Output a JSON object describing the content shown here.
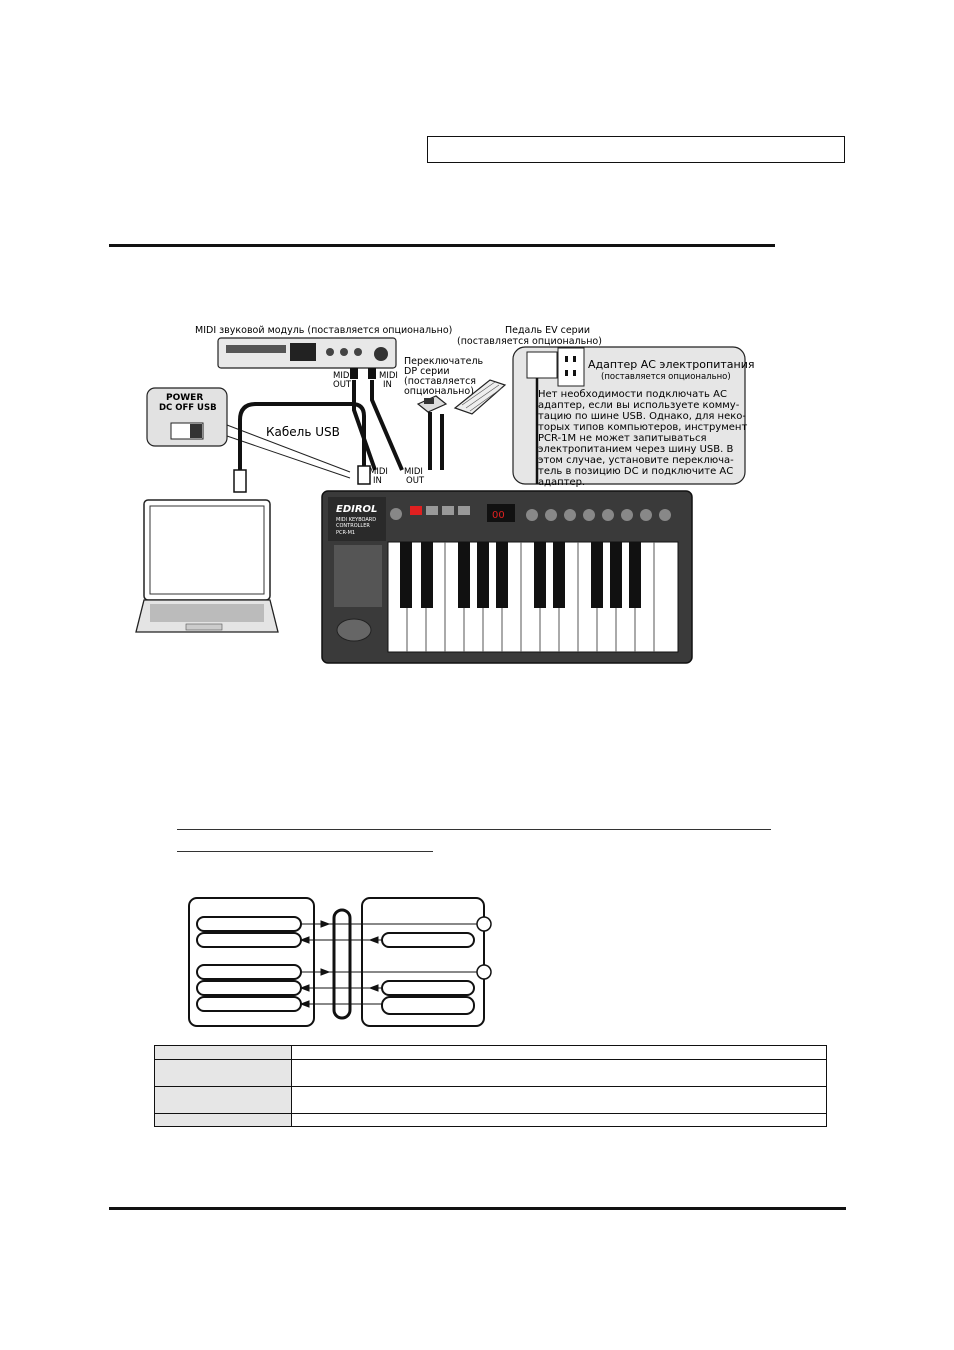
{
  "diagram": {
    "sound_module_label": "MIDI звуковой модуль (поставляется опционально)",
    "pedal_label_1": "Педаль EV серии",
    "pedal_label_2": "(поставляется опционально)",
    "switch_label_1": "Переключатель",
    "switch_label_2": "DP серии",
    "switch_label_3": "(поставляется",
    "switch_label_4": "опционально)",
    "power_title": "POWER",
    "power_options": "DC  OFF USB",
    "usb_cable_label": "Кабель USB",
    "midi_out_top_1": "MIDI",
    "midi_out_top_2": "OUT",
    "midi_in_top_1": "MIDI",
    "midi_in_top_2": "IN",
    "midi_in_bottom_1": "MIDI",
    "midi_in_bottom_2": "IN",
    "midi_out_bottom_1": "MIDI",
    "midi_out_bottom_2": "OUT",
    "adapter_title": "Адаптер АС электропитания",
    "adapter_subtitle": "(поставляется опционально)",
    "adapter_note": [
      "Нет необходимости подключать АС",
      "адаптер, если вы используете комму-",
      "тацию по шине USB. Однако, для неко-",
      "торых типов компьютеров, инструмент",
      "PCR-1M не может запитываться",
      "электропитанием через шину USB. В",
      "этом случае, установите переключа-",
      "тель в позицию DC и подключите АС",
      "адаптер."
    ],
    "brand": "EDIROL",
    "keyboard_text_1": "MIDI KEYBOARD",
    "keyboard_text_2": "CONTROLLER",
    "keyboard_model": "PCR-M1",
    "display_value": "00"
  },
  "colors": {
    "ink": "#111111",
    "panel_grey": "#dcdcdc",
    "keyboard_body": "#3a3a3a",
    "display_red": "#e02020"
  }
}
